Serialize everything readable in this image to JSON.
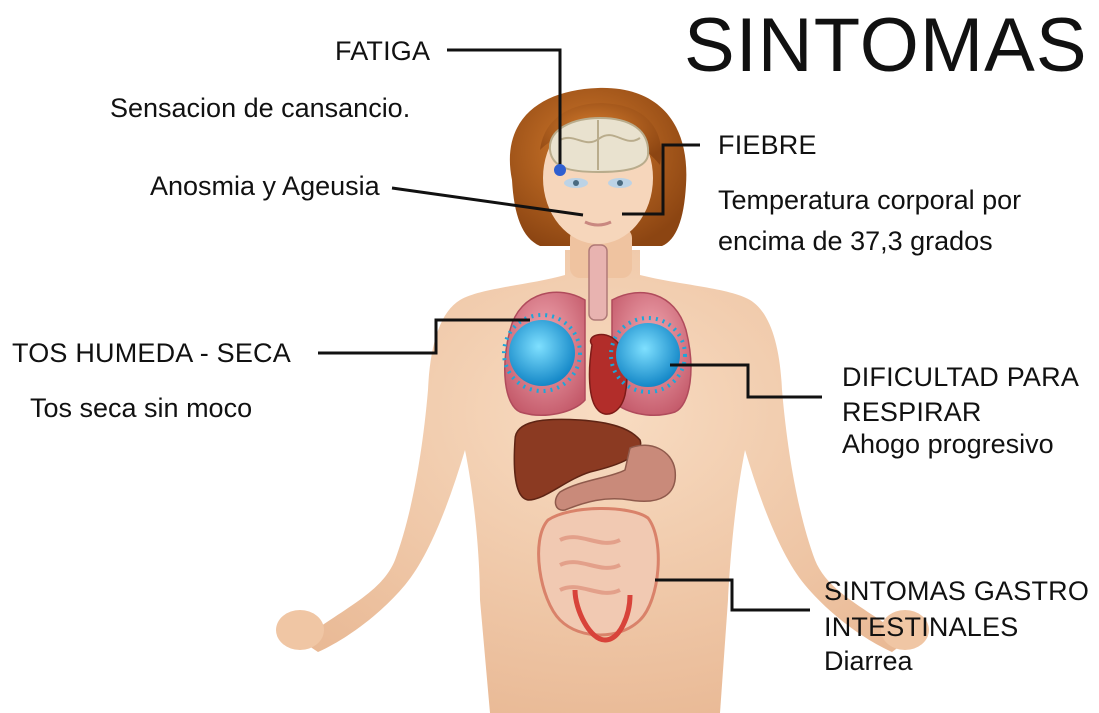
{
  "title": "SINTOMAS",
  "symptoms": {
    "fatigue": {
      "label": "FATIGA",
      "description": "Sensacion de cansancio."
    },
    "smell_taste": {
      "label": "Anosmia y Ageusia"
    },
    "fever": {
      "label": "FIEBRE",
      "description_line1": "Temperatura corporal por",
      "description_line2": "encima de 37,3 grados"
    },
    "cough": {
      "label": "TOS HUMEDA - SECA",
      "description": "Tos seca sin moco"
    },
    "breathing": {
      "label_line1": "DIFICULTAD PARA",
      "label_line2": "RESPIRAR",
      "description": "Ahogo progresivo"
    },
    "gastro": {
      "label_line1": "SINTOMAS GASTRO",
      "label_line2": "INTESTINALES",
      "description": "Diarrea"
    }
  },
  "colors": {
    "skin": "#f3cfb0",
    "hair": "#b5651d",
    "lungs": "#e08a95",
    "virus": "#2fb7e6",
    "liver": "#8b3a22",
    "stomach": "#c98a7a",
    "heart": "#b02a28",
    "leader_line": "#111111",
    "brain_marker": "#2f5fd0"
  }
}
